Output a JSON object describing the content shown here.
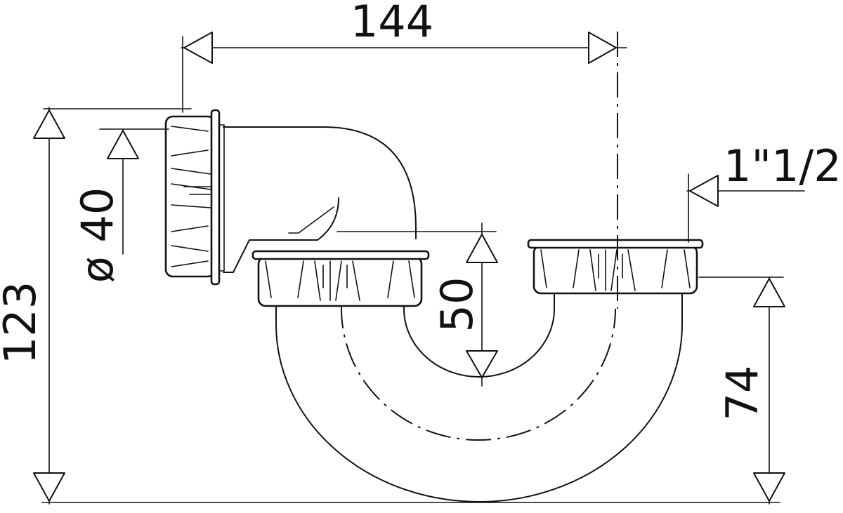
{
  "dimensions": {
    "overall_width": "144",
    "overall_height": "123",
    "inlet_diameter": "ø 40",
    "seal_depth": "50",
    "outlet_height": "74",
    "outlet_thread": "1\"1/2"
  },
  "colors": {
    "line": "#111111",
    "background": "#ffffff"
  }
}
